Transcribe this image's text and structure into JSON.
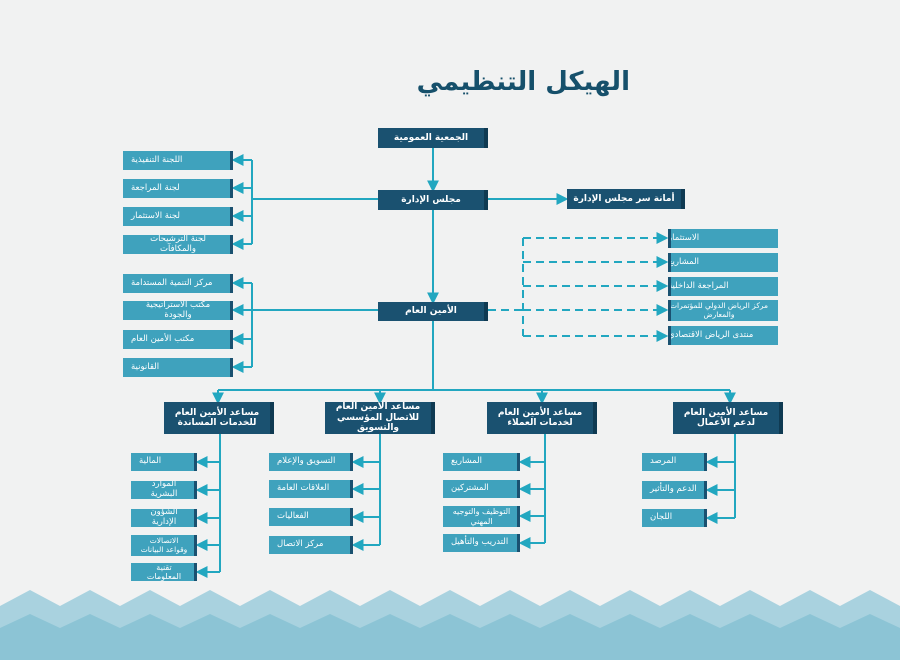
{
  "title": "الهيكل التنظيمي",
  "colors": {
    "dark": "#1a5170",
    "light": "#3fa2bd",
    "line": "#22a7c0",
    "wave": "#a9d2df"
  },
  "top": {
    "general_assembly": "الجمعية العمومية",
    "board": "مجلس الإدارة",
    "board_secretariat": "أمانة سر مجلس الإدارة",
    "secretary_general": "الأمين العام"
  },
  "board_committees": [
    "اللجنة التنفيذية",
    "لجنة المراجعة",
    "لجنة الاستثمار",
    "لجنة الترشيحات والمكافآت"
  ],
  "sg_offices": [
    "مركز التنمية المستدامة",
    "مكتب الاستراتيجية والجودة",
    "مكتب الأمين العام",
    "القانونية"
  ],
  "sg_dashed": [
    "الاستثمار",
    "المشاريع",
    "المراجعة الداخلية",
    "مركز الرياض الدولي للمؤتمرات والمعارض",
    "منتدى الرياض الاقتصادي"
  ],
  "assistants": [
    {
      "title": "مساعد الأمين العام لدعم الأعمال",
      "items": [
        "المرصد",
        "الدعم والتأثير",
        "اللجان"
      ]
    },
    {
      "title": "مساعد الأمين العام لخدمات العملاء",
      "items": [
        "المشاريع",
        "المشتركين",
        "التوظيف والتوجيه المهني",
        "التدريب والتأهيل"
      ]
    },
    {
      "title": "مساعد الأمين العام للاتصال المؤسسي والتسويق",
      "items": [
        "التسويق والإعلام",
        "العلاقات العامة",
        "الفعاليات",
        "مركز الاتصال"
      ]
    },
    {
      "title": "مساعد الأمين العام للخدمات المساندة",
      "items": [
        "المالية",
        "الموارد البشرية",
        "الشؤون الإدارية",
        "الاتصالات وقواعد البيانات",
        "تقنية المعلومات"
      ]
    }
  ]
}
